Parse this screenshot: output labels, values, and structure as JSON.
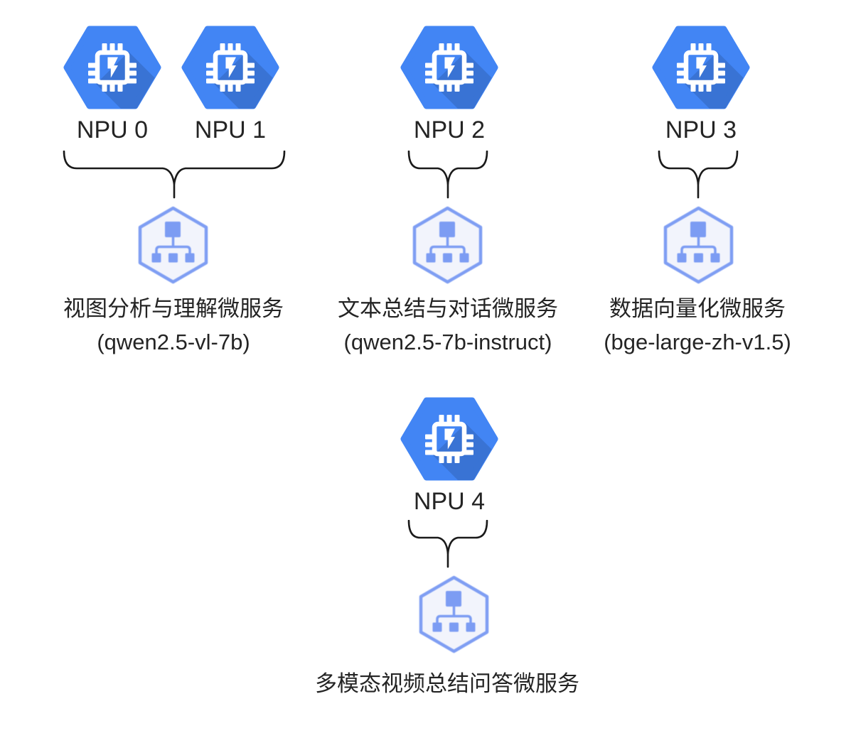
{
  "diagram": {
    "type": "npu-allocation-diagram",
    "colors": {
      "npu_hexagon_blue": "#4285F4",
      "npu_chip_glyph": "#FFFFFF",
      "service_hexagon_outline": "#7F9EF3",
      "service_hexagon_fill": "#F2F4FC",
      "service_node_blue": "#7C9CF3",
      "text": "#242424",
      "brace_line": "#1A1A1A"
    },
    "icon_names": {
      "npu": "chip-hexagon-icon",
      "service": "hierarchy-hexagon-icon"
    },
    "npus": [
      {
        "label": "NPU 0"
      },
      {
        "label": "NPU 1"
      },
      {
        "label": "NPU 2"
      },
      {
        "label": "NPU 3"
      },
      {
        "label": "NPU 4"
      }
    ],
    "services": [
      {
        "name": "视图分析与理解微服务",
        "model": "(qwen2.5-vl-7b)",
        "assigned_npus": [
          "NPU 0",
          "NPU 1"
        ]
      },
      {
        "name": "文本总结与对话微服务",
        "model": "(qwen2.5-7b-instruct)",
        "assigned_npus": [
          "NPU 2"
        ]
      },
      {
        "name": "数据向量化微服务",
        "model": "(bge-large-zh-v1.5)",
        "assigned_npus": [
          "NPU 3"
        ]
      },
      {
        "name": "多模态视频总结问答微服务",
        "model": "",
        "assigned_npus": [
          "NPU 4"
        ]
      }
    ]
  }
}
